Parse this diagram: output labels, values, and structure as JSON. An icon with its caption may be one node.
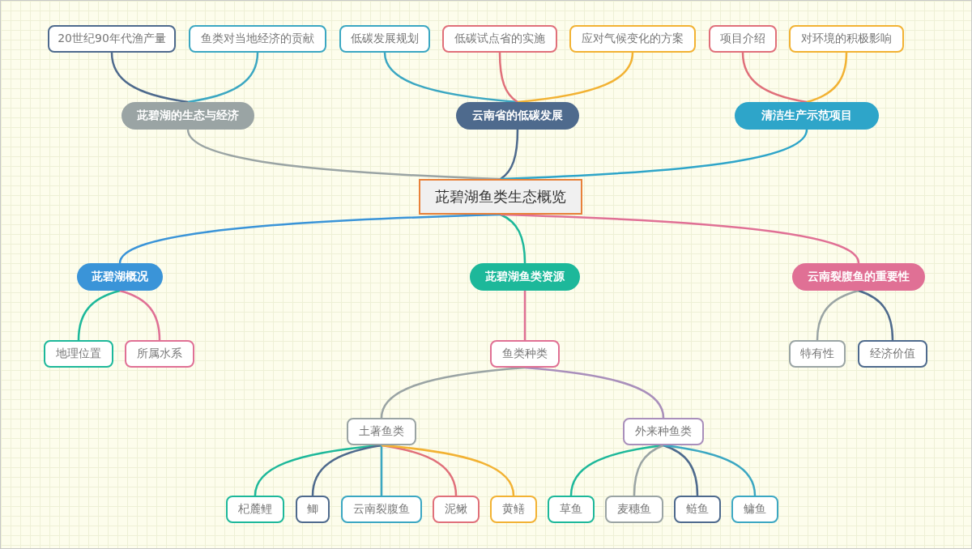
{
  "diagram": {
    "nodes": [
      {
        "text": [
          "20世纪90年代渔产量"
        ]
      },
      {
        "text": [
          "鱼类对当地经济的贡献"
        ]
      },
      {
        "text": [
          "低碳发展规划"
        ]
      },
      {
        "text": [
          "低碳试点省的实施"
        ]
      },
      {
        "text": [
          "应对气候变化的方案"
        ]
      },
      {
        "text": [
          "项目介绍"
        ]
      },
      {
        "text": [
          "对环境的积极影响"
        ]
      },
      {
        "text": [
          "茈碧湖的生态与经济"
        ]
      },
      {
        "text": [
          "云南省的低碳发展"
        ]
      },
      {
        "text": [
          "清洁生产示范项目"
        ]
      },
      {
        "text": [
          "茈碧湖鱼类生态概览"
        ]
      },
      {
        "text": [
          "茈碧湖概况"
        ]
      },
      {
        "text": [
          "茈碧湖鱼类资源"
        ]
      },
      {
        "text": [
          "云南裂腹鱼的重要性"
        ]
      },
      {
        "text": [
          "地理位置"
        ]
      },
      {
        "text": [
          "所属水系"
        ]
      },
      {
        "text": [
          "鱼类种类"
        ]
      },
      {
        "text": [
          "特有性"
        ]
      },
      {
        "text": [
          "经济价值"
        ]
      },
      {
        "text": [
          "土著鱼类"
        ]
      },
      {
        "text": [
          "外来种鱼类"
        ]
      },
      {
        "text": [
          "杞麓鲤"
        ]
      },
      {
        "text": [
          "鲫"
        ]
      },
      {
        "text": [
          "云南裂腹鱼"
        ]
      },
      {
        "text": [
          "泥鳅"
        ]
      },
      {
        "text": [
          "黄鳝"
        ]
      },
      {
        "text": [
          "草鱼"
        ]
      },
      {
        "text": [
          "麦穗鱼"
        ]
      },
      {
        "text": [
          "鲢鱼"
        ]
      },
      {
        "text": [
          "鳙鱼"
        ]
      }
    ],
    "edges": [
      {
        "from": 7,
        "to": 0,
        "arrow": "none",
        "color": "#4e6a8d"
      },
      {
        "from": 7,
        "to": 1,
        "arrow": "none",
        "color": "#3ba7c2"
      },
      {
        "from": 8,
        "to": 2,
        "arrow": "none",
        "color": "#3ba7c2"
      },
      {
        "from": 8,
        "to": 3,
        "arrow": "none",
        "color": "#e0707a"
      },
      {
        "from": 8,
        "to": 4,
        "arrow": "none",
        "color": "#f2b233"
      },
      {
        "from": 9,
        "to": 5,
        "arrow": "none",
        "color": "#e0707a"
      },
      {
        "from": 9,
        "to": 6,
        "arrow": "none",
        "color": "#f2b233"
      },
      {
        "from": 10,
        "to": 7,
        "arrow": "none",
        "color": "#9aa4a4"
      },
      {
        "from": 10,
        "to": 8,
        "arrow": "none",
        "color": "#4e6a8d"
      },
      {
        "from": 10,
        "to": 9,
        "arrow": "none",
        "color": "#2ea5c9"
      },
      {
        "from": 10,
        "to": 11,
        "arrow": "none",
        "color": "#3a94d8"
      },
      {
        "from": 10,
        "to": 12,
        "arrow": "none",
        "color": "#1db89a"
      },
      {
        "from": 10,
        "to": 13,
        "arrow": "none",
        "color": "#e07095"
      },
      {
        "from": 11,
        "to": 14,
        "arrow": "none",
        "color": "#1db89a"
      },
      {
        "from": 11,
        "to": 15,
        "arrow": "none",
        "color": "#e07095"
      },
      {
        "from": 12,
        "to": 16,
        "arrow": "none",
        "color": "#e07095"
      },
      {
        "from": 13,
        "to": 17,
        "arrow": "none",
        "color": "#9aa4a4"
      },
      {
        "from": 13,
        "to": 18,
        "arrow": "none",
        "color": "#4e6a8d"
      },
      {
        "from": 16,
        "to": 19,
        "arrow": "none",
        "color": "#9aa4a4"
      },
      {
        "from": 16,
        "to": 20,
        "arrow": "none",
        "color": "#a98fbb"
      },
      {
        "from": 19,
        "to": 21,
        "arrow": "none",
        "color": "#1db89a"
      },
      {
        "from": 19,
        "to": 22,
        "arrow": "none",
        "color": "#4e6a8d"
      },
      {
        "from": 19,
        "to": 23,
        "arrow": "none",
        "color": "#3ba7c2"
      },
      {
        "from": 19,
        "to": 24,
        "arrow": "none",
        "color": "#e0707a"
      },
      {
        "from": 19,
        "to": 25,
        "arrow": "none",
        "color": "#f2b233"
      },
      {
        "from": 20,
        "to": 26,
        "arrow": "none",
        "color": "#1db89a"
      },
      {
        "from": 20,
        "to": 27,
        "arrow": "none",
        "color": "#9aa4a4"
      },
      {
        "from": 20,
        "to": 28,
        "arrow": "none",
        "color": "#4e6a8d"
      },
      {
        "from": 20,
        "to": 29,
        "arrow": "none",
        "color": "#3ba7c2"
      }
    ]
  }
}
